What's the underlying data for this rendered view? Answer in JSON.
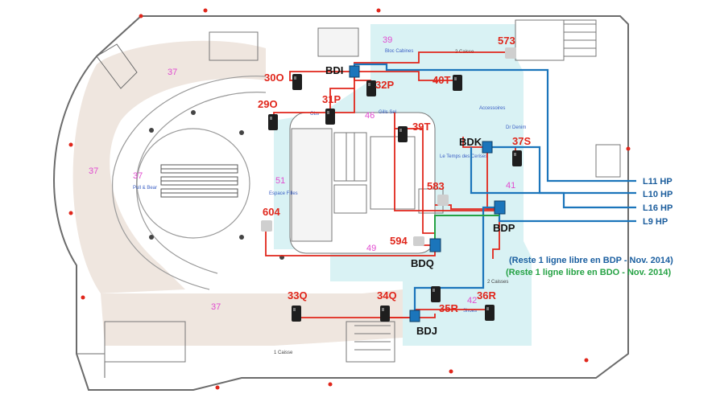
{
  "colors": {
    "red": "#e0261b",
    "blue": "#1b75bb",
    "green": "#25a244",
    "cyan_zone": "#d9f2f4",
    "beige_zone": "#efe6df"
  },
  "access_points": [
    "30O",
    "32P",
    "40T",
    "573",
    "29O",
    "31P",
    "39T",
    "37S",
    "583",
    "604",
    "594",
    "33Q",
    "34Q",
    "35R",
    "36R"
  ],
  "switches": [
    "BDI",
    "BDK",
    "BDP",
    "BDQ",
    "BDJ"
  ],
  "lines": [
    "L11 HP",
    "L10 HP",
    "L16 HP",
    "L9 HP"
  ],
  "notes": {
    "bdp": "(Reste 1 ligne libre en BDP - Nov. 2014)",
    "bdo": "(Reste 1 ligne libre en BDO - Nov. 2014)"
  },
  "zones": {
    "z37": "37",
    "z39": "39",
    "z46": "46",
    "z41": "41",
    "z49": "49",
    "z42": "42",
    "z51": "51"
  },
  "rooms": {
    "caisses_top": "2 Caisse",
    "caisses_bottom": "2 Caisses",
    "caisse_one": "1 Caisse",
    "bloc_cabines": "Bloc Cabines",
    "accessoires": "Accessoires",
    "dr_denim": "Dr Denim",
    "temps_cerises": "Le Temps des Cerises",
    "gills": "Gills Sel",
    "pull_bear": "Pull & Bear",
    "espace_filles": "Espace Filles",
    "shoes": "Shoes",
    "obs": "Obs"
  }
}
